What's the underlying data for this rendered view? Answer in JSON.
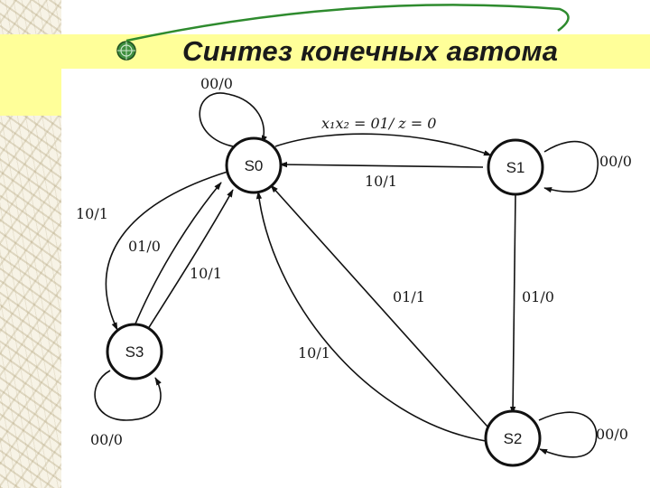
{
  "slide": {
    "title": "Синтез конечных автома",
    "accent": "#ffff99",
    "arc_color": "#2e8b2e",
    "bullet_color": "#3f8f3f"
  },
  "diagram": {
    "states": [
      "S0",
      "S1",
      "S3",
      "S2"
    ],
    "transitions": [
      {
        "from": "S0",
        "to": "S0",
        "label": "00/0"
      },
      {
        "from": "S0",
        "to": "S1",
        "label": "x₁x₂ = 01/ z = 0"
      },
      {
        "from": "S1",
        "to": "S0",
        "label": "10/1"
      },
      {
        "from": "S1",
        "to": "S1",
        "label": "00/0"
      },
      {
        "from": "S0",
        "to": "S3",
        "label": "10/1"
      },
      {
        "from": "S3",
        "to": "S0",
        "label": "01/0"
      },
      {
        "from": "S3",
        "to": "S0",
        "label": "10/1"
      },
      {
        "from": "S2",
        "to": "S0",
        "label": "01/1"
      },
      {
        "from": "S1",
        "to": "S2",
        "label": "01/0"
      },
      {
        "from": "S2",
        "to": "S0",
        "label": "10/1"
      },
      {
        "from": "S3",
        "to": "S3",
        "label": "00/0"
      },
      {
        "from": "S2",
        "to": "S2",
        "label": "00/0"
      }
    ]
  }
}
